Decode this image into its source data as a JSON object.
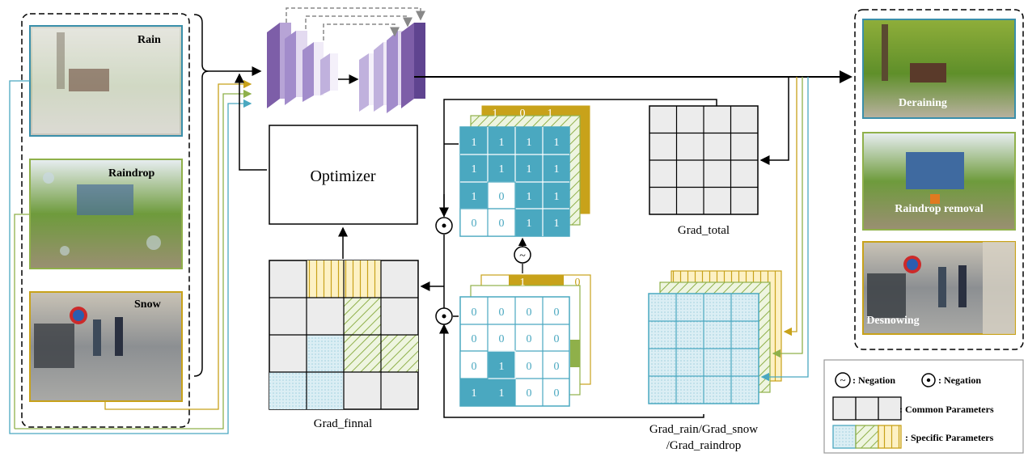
{
  "inputs": {
    "rain": "Rain",
    "raindrop": "Raindrop",
    "snow": "Snow"
  },
  "outputs": {
    "deraining": "Deraining",
    "raindrop_removal": "Raindrop removal",
    "desnowing": "Desnowing"
  },
  "optimizer": "Optimizer",
  "labels": {
    "grad_total": "Grad_total",
    "grad_finnal": "Grad_finnal",
    "grad_specific_line1": "Grad_rain/Grad_snow",
    "grad_specific_line2": "/Grad_raindrop"
  },
  "mask_top": [
    [
      "1",
      "1",
      "1",
      "1"
    ],
    [
      "1",
      "1",
      "1",
      "1"
    ],
    [
      "1",
      "0",
      "1",
      "1"
    ],
    [
      "0",
      "0",
      "1",
      "1"
    ]
  ],
  "mask_bottom": [
    [
      "0",
      "0",
      "0",
      "0"
    ],
    [
      "0",
      "0",
      "0",
      "0"
    ],
    [
      "0",
      "1",
      "0",
      "0"
    ],
    [
      "1",
      "1",
      "0",
      "0"
    ]
  ],
  "mask_top_peek": [
    "1",
    "0",
    "1"
  ],
  "mask_bottom_peek": [
    "1",
    "1",
    "0"
  ],
  "legend": {
    "negation_tilde": ": Negation",
    "negation_dot": ": Negation",
    "common": ": Common Parameters",
    "specific": ": Specific Parameters"
  },
  "colors": {
    "teal": "#4aa8c0",
    "green": "#8fb04a",
    "gold": "#c8a21a",
    "purple": "#7d5ea8",
    "gray": "#ececec"
  }
}
